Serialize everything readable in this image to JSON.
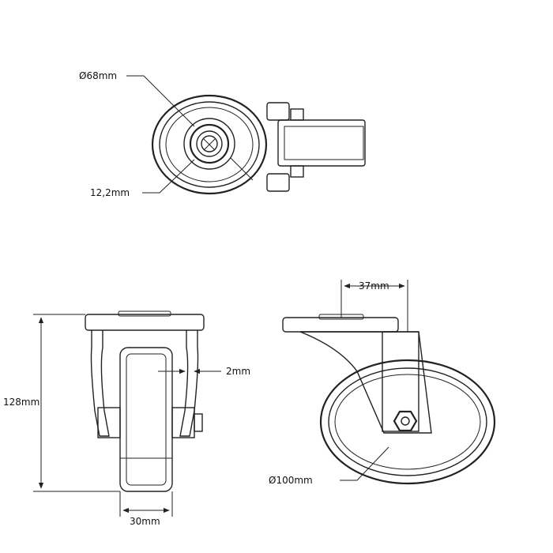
{
  "colors": {
    "line": "#222222",
    "text": "#111111",
    "background": "#ffffff"
  },
  "top_view": {
    "diameter_label": "Ø68mm",
    "bolt_hole_label": "12,2mm"
  },
  "front_view": {
    "height_label": "128mm",
    "width_label": "30mm",
    "gap_label": "2mm"
  },
  "side_view": {
    "offset_label": "37mm",
    "wheel_diameter_label": "Ø100mm"
  }
}
